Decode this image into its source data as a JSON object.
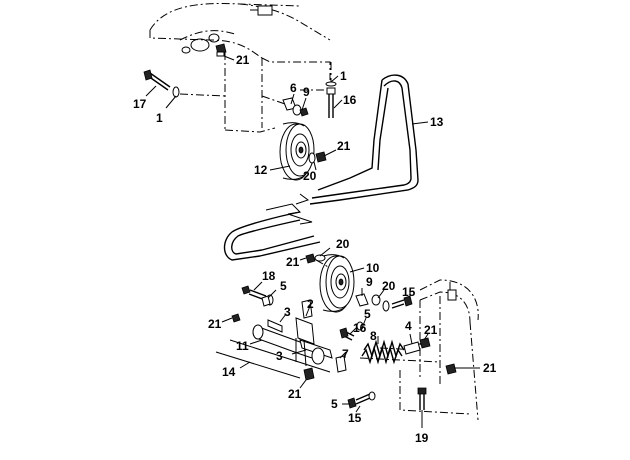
{
  "diagram": {
    "callouts": {
      "c21_top": "21",
      "c1_top": "1",
      "c17": "17",
      "c1_left": "1",
      "c6": "6",
      "c9_top": "9",
      "c16_top": "16",
      "c13": "13",
      "c21_mid": "21",
      "c12": "12",
      "c20_mid": "20",
      "c20_low": "20",
      "c21_low": "21",
      "c10": "10",
      "c9_low": "9",
      "c20_right": "20",
      "c18": "18",
      "c5_top": "5",
      "c15_top": "15",
      "c2": "2",
      "c21_left": "21",
      "c3_top": "3",
      "c16_low": "16",
      "c5_mid": "5",
      "c8": "8",
      "c4": "4",
      "c21_spring": "21",
      "c11": "11",
      "c3_low": "3",
      "c7": "7",
      "c14": "14",
      "c21_bottom": "21",
      "c21_far": "21",
      "c5_bottom": "5",
      "c15_bottom": "15",
      "c19": "19"
    }
  }
}
